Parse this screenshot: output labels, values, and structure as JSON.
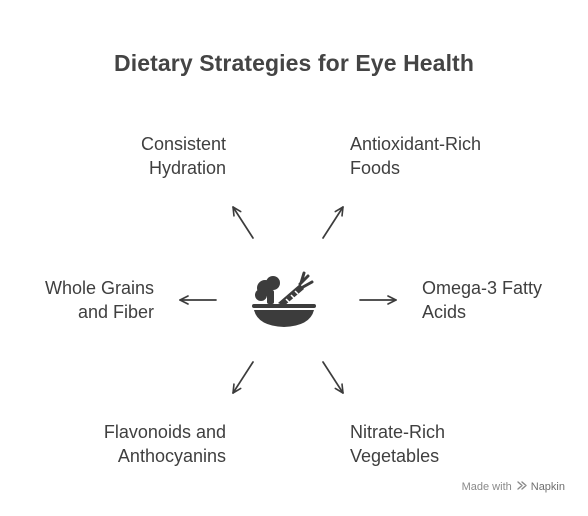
{
  "title": "Dietary Strategies for Eye Health",
  "items": {
    "top_left": "Consistent\nHydration",
    "top_right": "Antioxidant-Rich\nFoods",
    "middle_left": "Whole Grains\nand Fiber",
    "middle_right": "Omega-3 Fatty\nAcids",
    "bottom_left": "Flavonoids and\nAnthocyanins",
    "bottom_right": "Nitrate-Rich\nVegetables"
  },
  "hub_icon": "healthy-food-bowl-icon",
  "footer": {
    "made_with": "Made with",
    "brand": "Napkin",
    "brand_icon": "napkin-logo-icon"
  },
  "colors": {
    "text": "#3f3f3f",
    "title": "#444444",
    "arrow": "#3c3c3c",
    "icon": "#3c3c3c",
    "footer": "#8a8a8a"
  }
}
